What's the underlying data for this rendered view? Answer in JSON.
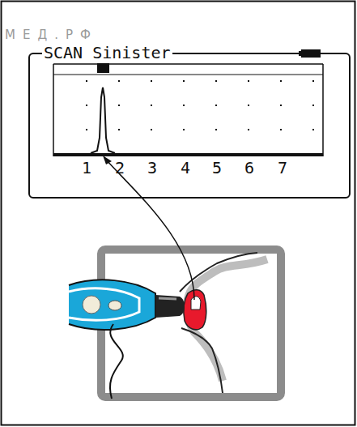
{
  "diagram": {
    "nodes": [
      {
        "text": [
          "SCAN Sinister"
        ]
      }
    ],
    "labels": [
      "1",
      "2",
      "3",
      "4",
      "5",
      "6",
      "7",
      "МЕД.РФ"
    ]
  }
}
